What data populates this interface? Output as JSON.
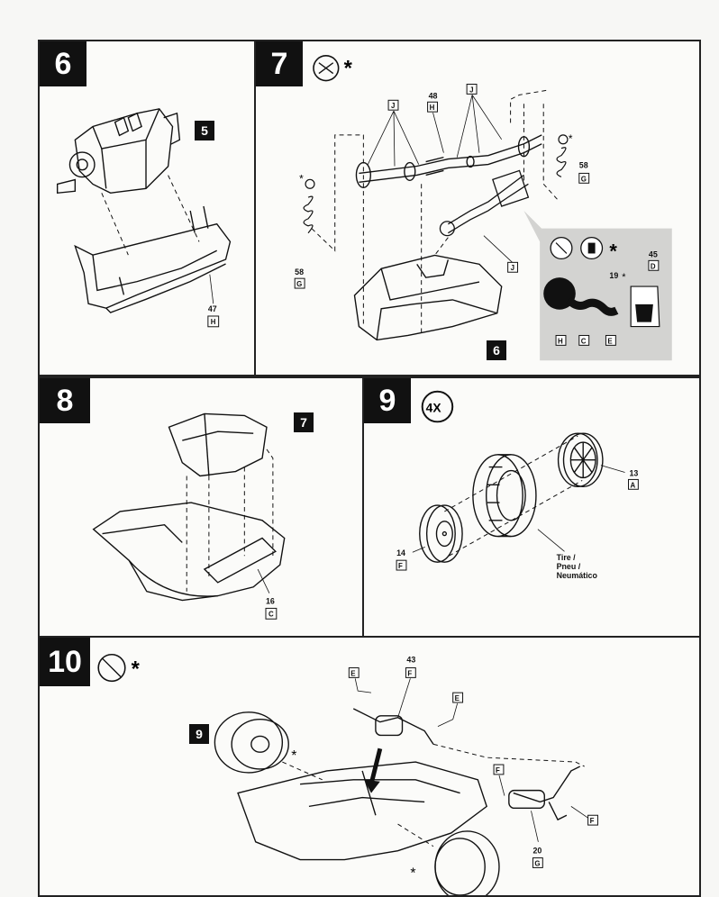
{
  "steps": {
    "s6": {
      "number": "6",
      "ref": "5",
      "part_num": "47",
      "part_letter": "H"
    },
    "s7": {
      "number": "7",
      "ref": "6",
      "part_48_num": "48",
      "part_48_letter": "H",
      "part_J": "J",
      "part_58_num": "58",
      "part_58_letter": "G",
      "inset": {
        "p45_num": "45",
        "p45_letter": "D",
        "p19_num": "19",
        "tags": [
          "H",
          "C",
          "E"
        ]
      }
    },
    "s8": {
      "number": "8",
      "ref": "7",
      "part_num": "16",
      "part_letter": "C"
    },
    "s9": {
      "number": "9",
      "qty": "4X",
      "part_13_num": "13",
      "part_13_letter": "A",
      "part_14_num": "14",
      "part_14_letter": "F",
      "tire_label_1": "Tire /",
      "tire_label_2": "Pneu /",
      "tire_label_3": "Neumático"
    },
    "s10": {
      "number": "10",
      "ref": "9",
      "part_43_num": "43",
      "part_43_letter": "F",
      "part_E": "E",
      "part_F": "F",
      "part_20_num": "20",
      "part_20_letter": "G"
    }
  },
  "asterisk": "*",
  "icons": [
    "paint-icon",
    "no-glue-icon",
    "glue-icon"
  ]
}
